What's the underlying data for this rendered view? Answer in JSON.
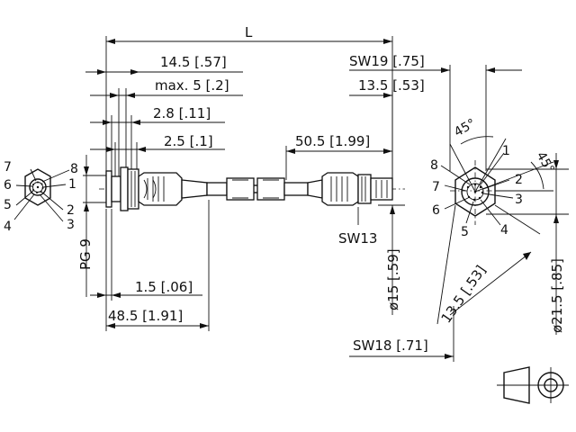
{
  "dimensions": {
    "overall_length": "L",
    "panel_length": "14.5 [.57]",
    "max_thread": "max. 5 [.2]",
    "flange_a": "2.8 [.11]",
    "flange_b": "2.5 [.1]",
    "cable_end": "50.5 [1.99]",
    "nut_gap": "1.5 [.06]",
    "receptacle_length": "48.5 [1.91]",
    "sw19": "SW19 [.75]",
    "socket_len": "13.5 [.53]",
    "sw13": "SW13",
    "dia15": "ø15 [.59]",
    "thread": "PG 9",
    "angle_a": "45°",
    "angle_b": "45°",
    "diag": "13.5 [.53]",
    "dia21": "ø21.5 [.85]",
    "sw18": "SW18 [.71]"
  },
  "left_pins": [
    "7",
    "8",
    "6",
    "1",
    "5",
    "2",
    "4",
    "3"
  ],
  "right_pins": [
    "1",
    "8",
    "2",
    "7",
    "3",
    "6",
    "5",
    "4"
  ]
}
